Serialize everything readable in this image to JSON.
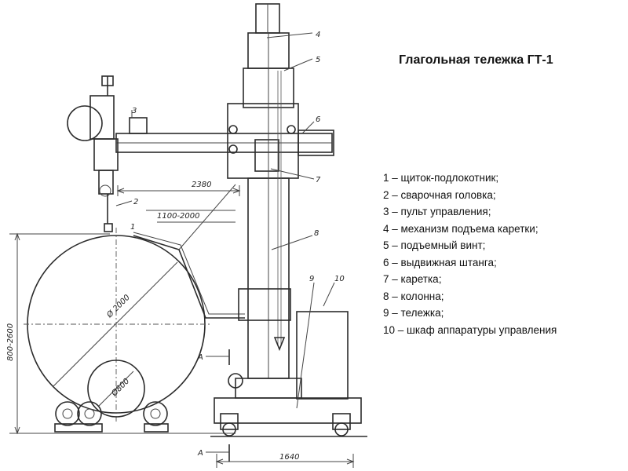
{
  "title": "Глагольная тележка ГТ-1",
  "legend": [
    "1 – щиток-подлокотник;",
    "2 – сварочная головка;",
    "3 – пульт управления;",
    "4 – механизм подъема каретки;",
    "5 – подъемный винт;",
    "6 – выдвижная штанга;",
    "7 – каретка;",
    "8 – колонна;",
    "9 – тележка;",
    "10 – шкаф аппаратуры управления"
  ],
  "drawing": {
    "callouts": [
      "1",
      "2",
      "3",
      "4",
      "5",
      "6",
      "7",
      "8",
      "9",
      "10"
    ],
    "dimensions": {
      "boom_length": "2380",
      "reach": "1100-2000",
      "height": "800-2600",
      "drum_diameter": "Ø 2000",
      "roller_diameter": "Ø800",
      "base_width": "1640"
    },
    "section_marks": [
      "А",
      "А"
    ]
  }
}
